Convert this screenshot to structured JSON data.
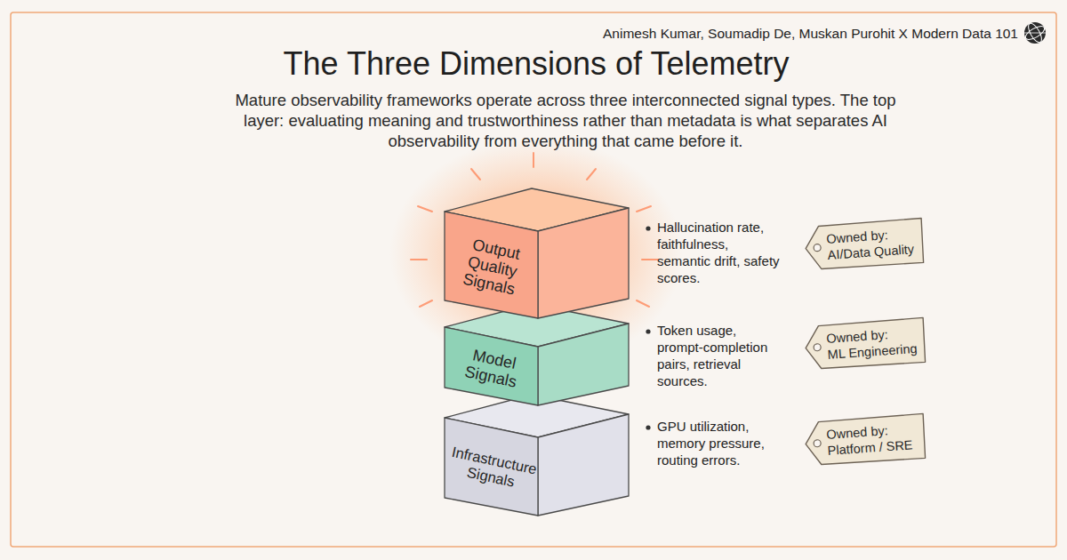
{
  "diagram": {
    "title": "The Three Dimensions of Telemetry",
    "caption": "Mature observability frameworks operate across three interconnected signal types. The top layer: evaluating meaning and trustworthiness rather than metadata is what separates AI observability from everything that came before it.",
    "nodes": [
      {
        "text": [
          "Output Quality Signals"
        ]
      },
      {
        "text": [
          "Owned by:",
          "AI/Data Quality"
        ]
      },
      {
        "text": [
          "Model Signals"
        ]
      },
      {
        "text": [
          "Owned by:",
          "ML Engineering"
        ]
      },
      {
        "text": [
          "Infrastructure Signals"
        ]
      },
      {
        "text": [
          "Owned by:",
          "Platform / SRE"
        ]
      }
    ],
    "labels": [
      "Animesh Kumar, Soumadip De, Muskan Purohit X Modern Data 101",
      "Hallucination rate, faithfulness, semantic drift, safety scores.",
      "Token usage, prompt-completion pairs, retrieval sources.",
      "GPU utilization, memory pressure, routing errors."
    ]
  }
}
